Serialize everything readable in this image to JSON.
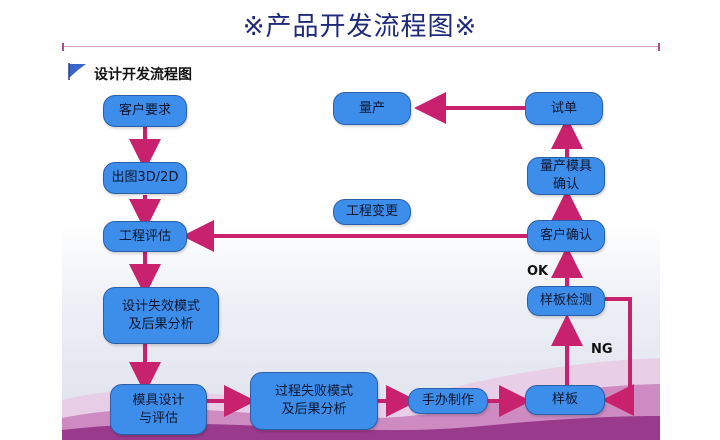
{
  "header": {
    "title": "※产品开发流程图※",
    "subtitle": "设计开发流程图"
  },
  "nodes": {
    "customer_requirement": "客户要求",
    "drawing_3d_2d": "出图3D/2D",
    "engineering_evaluation": "工程评估",
    "design_fmea": "设计失效模式\n及后果分析",
    "mold_design": "模具设计\n与评估",
    "process_fmea": "过程失败模式\n及后果分析",
    "manual_fabrication": "手办制作",
    "sample": "样板",
    "sample_inspection": "样板检测",
    "customer_confirmation": "客户确认",
    "mass_production_mold_confirmation": "量产模具\n确认",
    "trial_order": "试单",
    "mass_production": "量产",
    "engineering_change": "工程变更"
  },
  "edge_labels": {
    "ok": "OK",
    "ng": "NG"
  },
  "colors": {
    "node_fill": "#3d8eea",
    "node_border": "#2c5fa6",
    "arrow": "#c8226f",
    "title": "#1f2a7a"
  }
}
